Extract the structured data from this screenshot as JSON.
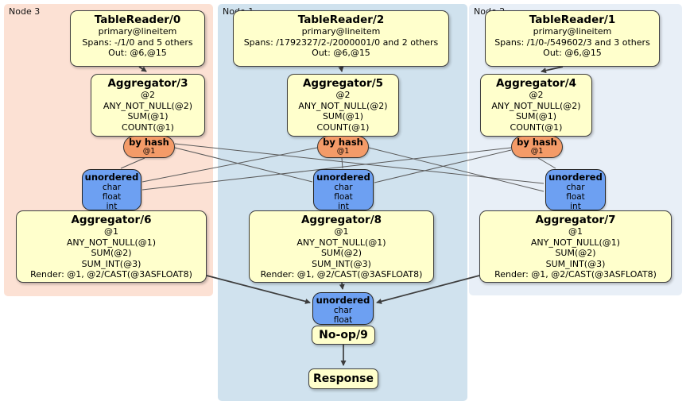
{
  "colors": {
    "node3_bg": "#fce1d4",
    "node1_bg": "#d0e2ee",
    "node2_bg": "#e8eff7",
    "processor_fill": "#ffffcc",
    "router_fill": "#f49b68",
    "stream_fill": "#6da0f2",
    "edge_color": "#3d3d3d"
  },
  "nodes": [
    {
      "label": "Node 3",
      "table_reader": {
        "title": "TableReader/0",
        "index": "primary@lineitem",
        "spans": "Spans: -/1/0 and 5 others",
        "out": "Out: @6,@15"
      },
      "agg_top": {
        "title": "Aggregator/3",
        "l1": "@2",
        "l2": "ANY_NOT_NULL(@2)",
        "l3": "SUM(@1)",
        "l4": "COUNT(@1)"
      },
      "router": {
        "title": "by hash",
        "tag": "@1"
      },
      "stream": {
        "title": "unordered",
        "t1": "char",
        "t2": "float",
        "t3": "int"
      },
      "agg_bot": {
        "title": "Aggregator/6",
        "l1": "@1",
        "l2": "ANY_NOT_NULL(@1)",
        "l3": "SUM(@2)",
        "l4": "SUM_INT(@3)",
        "l5": "Render: @1, @2/CAST(@3ASFLOAT8)"
      }
    },
    {
      "label": "Node 1",
      "table_reader": {
        "title": "TableReader/2",
        "index": "primary@lineitem",
        "spans": "Spans: /1792327/2-/2000001/0 and 2 others",
        "out": "Out: @6,@15"
      },
      "agg_top": {
        "title": "Aggregator/5",
        "l1": "@2",
        "l2": "ANY_NOT_NULL(@2)",
        "l3": "SUM(@1)",
        "l4": "COUNT(@1)"
      },
      "router": {
        "title": "by hash",
        "tag": "@1"
      },
      "stream": {
        "title": "unordered",
        "t1": "char",
        "t2": "float",
        "t3": "int"
      },
      "agg_bot": {
        "title": "Aggregator/8",
        "l1": "@1",
        "l2": "ANY_NOT_NULL(@1)",
        "l3": "SUM(@2)",
        "l4": "SUM_INT(@3)",
        "l5": "Render: @1, @2/CAST(@3ASFLOAT8)"
      }
    },
    {
      "label": "Node 2",
      "table_reader": {
        "title": "TableReader/1",
        "index": "primary@lineitem",
        "spans": "Spans: /1/0-/549602/3 and 3 others",
        "out": "Out: @6,@15"
      },
      "agg_top": {
        "title": "Aggregator/4",
        "l1": "@2",
        "l2": "ANY_NOT_NULL(@2)",
        "l3": "SUM(@1)",
        "l4": "COUNT(@1)"
      },
      "router": {
        "title": "by hash",
        "tag": "@1"
      },
      "stream": {
        "title": "unordered",
        "t1": "char",
        "t2": "float",
        "t3": "int"
      },
      "agg_bot": {
        "title": "Aggregator/7",
        "l1": "@1",
        "l2": "ANY_NOT_NULL(@1)",
        "l3": "SUM(@2)",
        "l4": "SUM_INT(@3)",
        "l5": "Render: @1, @2/CAST(@3ASFLOAT8)"
      }
    }
  ],
  "sink": {
    "stream": {
      "title": "unordered",
      "t1": "char",
      "t2": "float"
    },
    "noop_label": "No-op/9",
    "response_label": "Response"
  }
}
